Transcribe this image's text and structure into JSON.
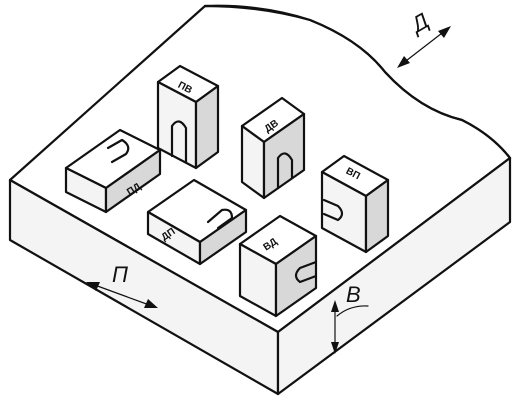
{
  "figure": {
    "axis_labels": {
      "left": "П",
      "back": "Д",
      "height": "В"
    },
    "blocks": [
      {
        "id": "block-pd",
        "label": "ПД"
      },
      {
        "id": "block-pv",
        "label": "ПВ"
      },
      {
        "id": "block-dv",
        "label": "ДВ"
      },
      {
        "id": "block-vp",
        "label": "ВП"
      },
      {
        "id": "block-dp",
        "label": "ДП"
      },
      {
        "id": "block-vd",
        "label": "ВД"
      }
    ],
    "colors": {
      "ink": "#111111",
      "paper": "#ffffff"
    }
  }
}
